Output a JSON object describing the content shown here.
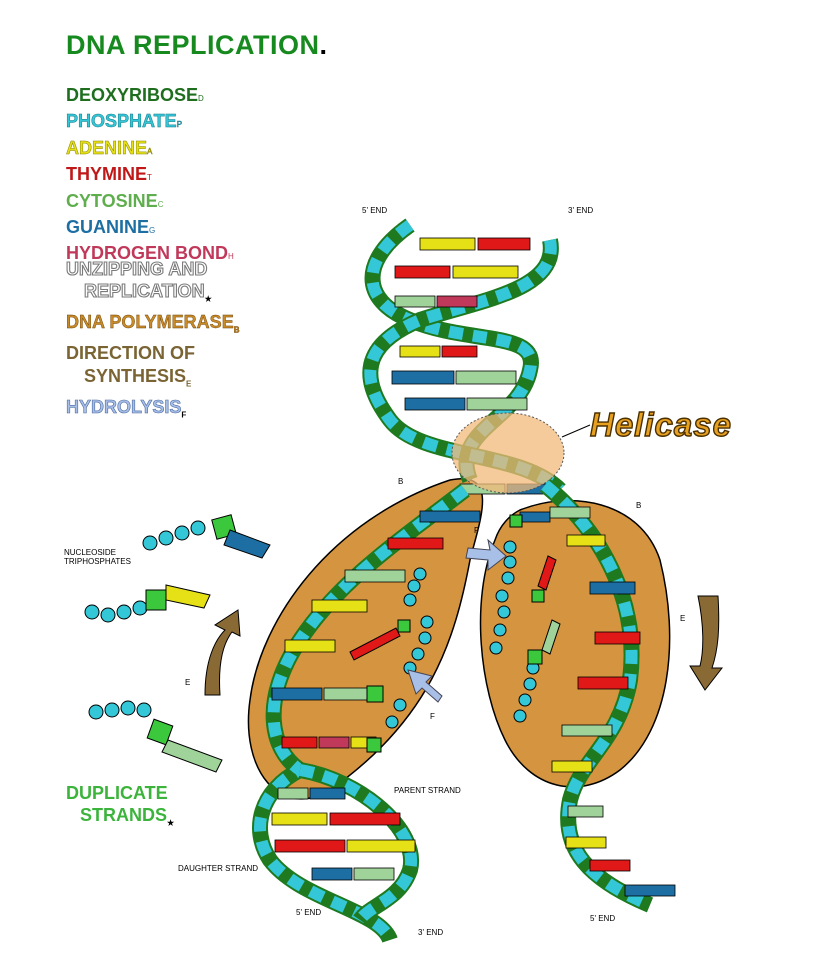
{
  "title": "DNA REPLICATION",
  "title_marker": ".",
  "legend": [
    {
      "label": "DEOXYRIBOSE",
      "sub": "D",
      "color": "#1f6e1f"
    },
    {
      "label": "PHOSPHATE",
      "sub": "P",
      "color": "#34c7d8"
    },
    {
      "label": "ADENINE",
      "sub": "A",
      "color": "#e6e016"
    },
    {
      "label": "THYMINE",
      "sub": "T",
      "color": "#c01818"
    },
    {
      "label": "CYTOSINE",
      "sub": "C",
      "color": "#5fae4e"
    },
    {
      "label": "GUANINE",
      "sub": "G",
      "color": "#1d6fa3"
    },
    {
      "label": "HYDROGEN BOND",
      "sub": "H",
      "color": "#c0395a"
    }
  ],
  "legend2": {
    "unzipping_1": "UNZIPPING AND",
    "unzipping_2": "REPLICATION",
    "unzipping_sub": "★",
    "polymerase": "DNA POLYMERASE",
    "polymerase_sub": "B",
    "polymerase_color": "#c98a2a",
    "direction_1": "DIRECTION OF",
    "direction_2": "SYNTHESIS",
    "direction_sub": "E",
    "direction_color": "#7a6434",
    "hydrolysis": "HYDROLYSIS",
    "hydrolysis_sub": "F",
    "hydrolysis_color": "#9fb6e0"
  },
  "duplicate": {
    "line1": "DUPLICATE",
    "line2": "STRANDS",
    "sub": "★"
  },
  "helicase": "Helicase",
  "labels": {
    "five_end_top": "5' END",
    "three_end_top": "3' END",
    "nucleoside_1": "NUCLEOSIDE",
    "nucleoside_2": "TRIPHOSPHATES",
    "parent_strand": "PARENT STRAND",
    "daughter_strand": "DAUGHTER STRAND",
    "five_end_bl": "5' END",
    "three_end_bl": "3' END",
    "five_end_br": "5' END",
    "E_left": "E",
    "E_right": "E",
    "B_left": "B",
    "B_right": "B",
    "F_top": "F",
    "F_bottom": "F"
  },
  "colors": {
    "deoxyribose": "#1f7a1f",
    "phosphate": "#34c7d8",
    "adenine": "#e6e016",
    "thymine": "#e01818",
    "cytosine": "#9fd39a",
    "guanine": "#1d6fa3",
    "hbond": "#c0395a",
    "polymerase": "#d49440",
    "helicase_zone": "#f2b97a"
  }
}
